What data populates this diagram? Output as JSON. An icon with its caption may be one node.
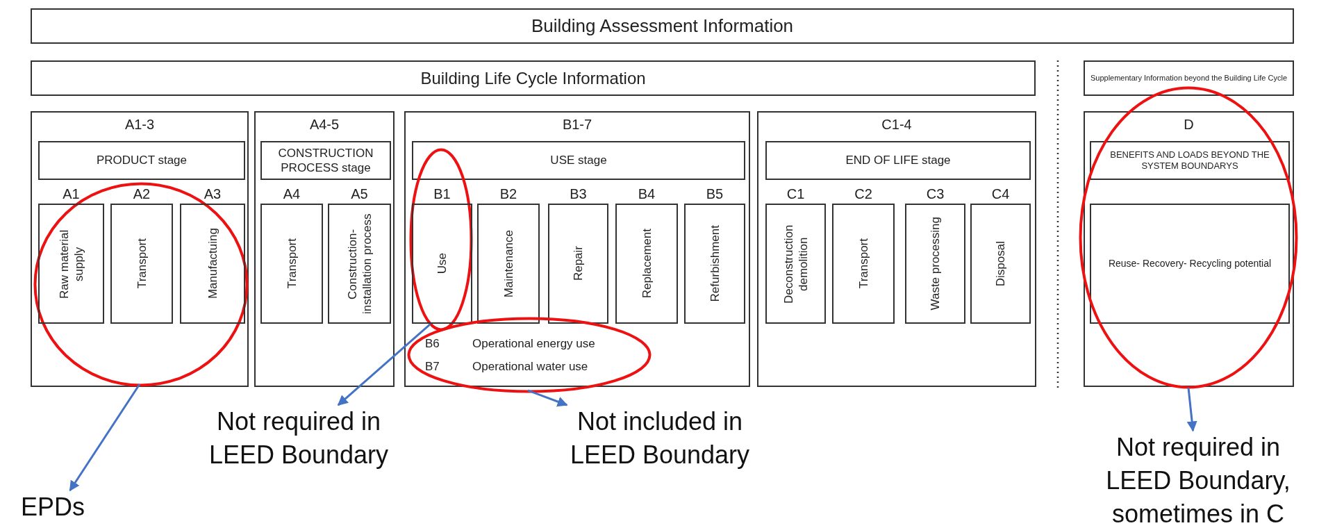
{
  "diagram": {
    "nodes": [
      {
        "text": [
          "Building Assessment Information"
        ]
      },
      {
        "text": [
          "Building Life Cycle Information"
        ]
      },
      {
        "text": [
          "Supplementary Information beyond the Building Life Cycle"
        ]
      },
      {
        "text": [
          "A1-3"
        ]
      },
      {
        "text": [
          "PRODUCT stage"
        ],
        "in": 3
      },
      {
        "text": [
          "A1",
          "Raw material supply"
        ],
        "in": 28
      },
      {
        "text": [
          "A2",
          "Transport"
        ],
        "in": 28
      },
      {
        "text": [
          "A3",
          "Manufactuing"
        ],
        "in": 28
      },
      {
        "text": [
          "A4-5"
        ]
      },
      {
        "text": [
          "CONSTRUCTION PROCESS stage"
        ],
        "in": 8
      },
      {
        "text": [
          "A4",
          "Transport"
        ],
        "in": 8
      },
      {
        "text": [
          "A5",
          "Construction- installation process"
        ],
        "in": 8
      },
      {
        "text": [
          "B1-7"
        ]
      },
      {
        "text": [
          "USE stage"
        ],
        "in": 12
      },
      {
        "text": [
          "B1",
          "Use"
        ],
        "in": 29
      },
      {
        "text": [
          "B2",
          "Maintenance"
        ],
        "in": 12
      },
      {
        "text": [
          "B3",
          "Repair"
        ],
        "in": 12
      },
      {
        "text": [
          "B4",
          "Replacement"
        ],
        "in": 12
      },
      {
        "text": [
          "B5",
          "Refurbishment"
        ],
        "in": 12
      },
      {
        "text": [
          "C1-4"
        ]
      },
      {
        "text": [
          "END OF LIFE stage"
        ],
        "in": 19
      },
      {
        "text": [
          "C1",
          "Deconstruction demolition"
        ],
        "in": 19
      },
      {
        "text": [
          "C2",
          "Transport"
        ],
        "in": 19
      },
      {
        "text": [
          "C3",
          "Waste processing"
        ],
        "in": 19
      },
      {
        "text": [
          "C4",
          "Disposal"
        ],
        "in": 19
      },
      {
        "text": [
          "D"
        ]
      },
      {
        "text": [
          "BENEFITS AND LOADS BEYOND THE SYSTEM BOUNDARYS"
        ],
        "in": 25
      },
      {
        "text": [
          "Reuse- Recovery- Recycling potential"
        ],
        "in": 25
      },
      {
        "text": [],
        "shape": "ellipse",
        "in": 3
      },
      {
        "text": [],
        "shape": "ellipse",
        "in": 12
      },
      {
        "text": [],
        "shape": "ellipse",
        "in": 12
      },
      {
        "text": [],
        "shape": "ellipse"
      },
      {
        "text": [
          "EPDs"
        ]
      },
      {
        "text": [
          "Not required in LEED Boundary"
        ]
      },
      {
        "text": [
          "Not included in LEED Boundary"
        ]
      },
      {
        "text": [
          "Not required in LEED Boundary, sometimes in C"
        ]
      }
    ],
    "edges": [
      {
        "from": 28,
        "to": 32,
        "arrow": "to"
      },
      {
        "from": 29,
        "to": 33,
        "arrow": "to"
      },
      {
        "from": 30,
        "to": 34,
        "arrow": "to"
      },
      {
        "from": 31,
        "to": 35,
        "arrow": "to"
      }
    ],
    "labels": [
      "B6",
      "Operational energy use",
      "B7",
      "Operational water use"
    ]
  }
}
